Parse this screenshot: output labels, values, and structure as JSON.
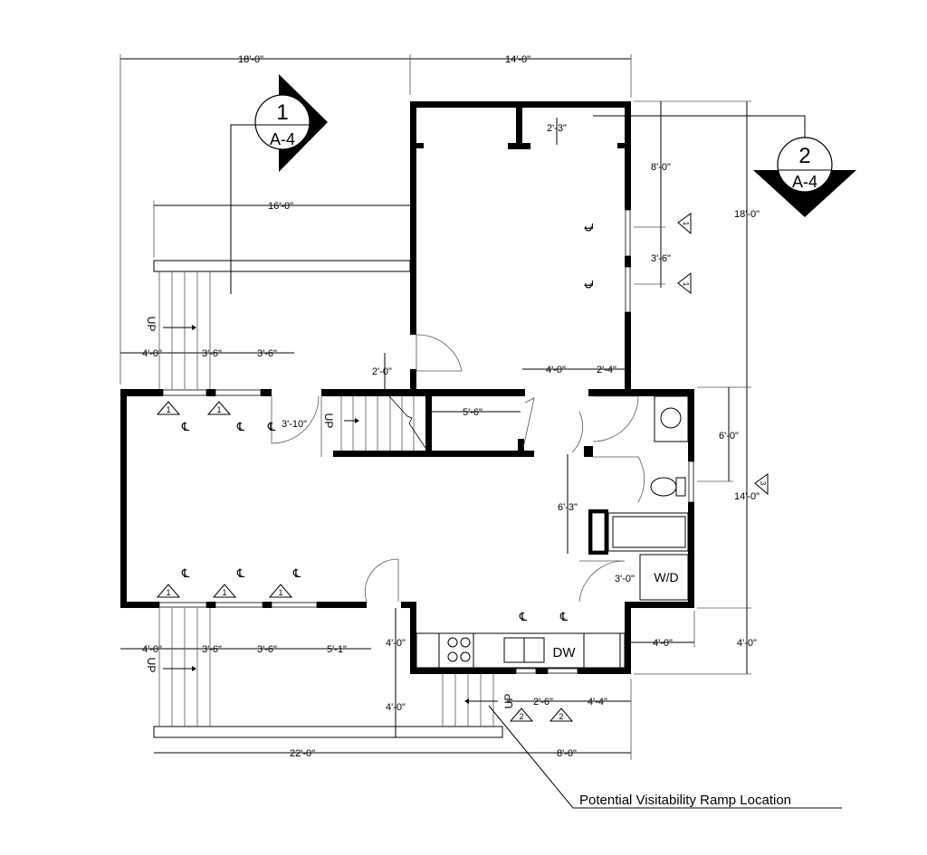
{
  "title": "Floor Plan",
  "section_markers": [
    {
      "number": "1",
      "sheet": "A-4"
    },
    {
      "number": "2",
      "sheet": "A-4"
    }
  ],
  "dimensions": {
    "top_left": "18'-0\"",
    "top_right": "14'-0\"",
    "deck_width": "16'-0\"",
    "stub_offset": "2'-3\"",
    "right_upper_8": "8'-0\"",
    "right_window_spacing": "3'-6\"",
    "right_total_18": "18'-0\"",
    "upper_win_1": "4'-0\"",
    "upper_win_2": "3'-6\"",
    "upper_win_3": "3'-6\"",
    "door_offset": "2'-0\"",
    "door_width": "3'-10\"",
    "closet_width": "5'-6\"",
    "hall_4": "4'-0\"",
    "hall_2_4": "2'-4\"",
    "bath_6": "6'-0\"",
    "right_total_14": "14'-0\"",
    "hall_6_3": "6'-3\"",
    "laundry_3": "3'-0\"",
    "lower_win_1": "4'-0\"",
    "lower_win_2": "3'-6\"",
    "lower_win_3": "3'-6\"",
    "lower_door": "5'-1\"",
    "kitchen_4_top": "4'-0\"",
    "kitchen_4_bottom": "4'-0\"",
    "kitchen_win_1": "2'-6\"",
    "kitchen_win_2": "4'-4\"",
    "bump_4": "4'-0\"",
    "right_total_4": "4'-0\"",
    "bottom_22": "22'-0\"",
    "bottom_8": "8'-0\""
  },
  "labels": {
    "up": "UP",
    "centerline": "℄",
    "window_tag_1": "1",
    "window_tag_2": "2",
    "window_tag_3": "3",
    "dishwasher": "DW",
    "washer_dryer": "W/D",
    "ramp_callout": "Potential Visitability Ramp Location"
  }
}
